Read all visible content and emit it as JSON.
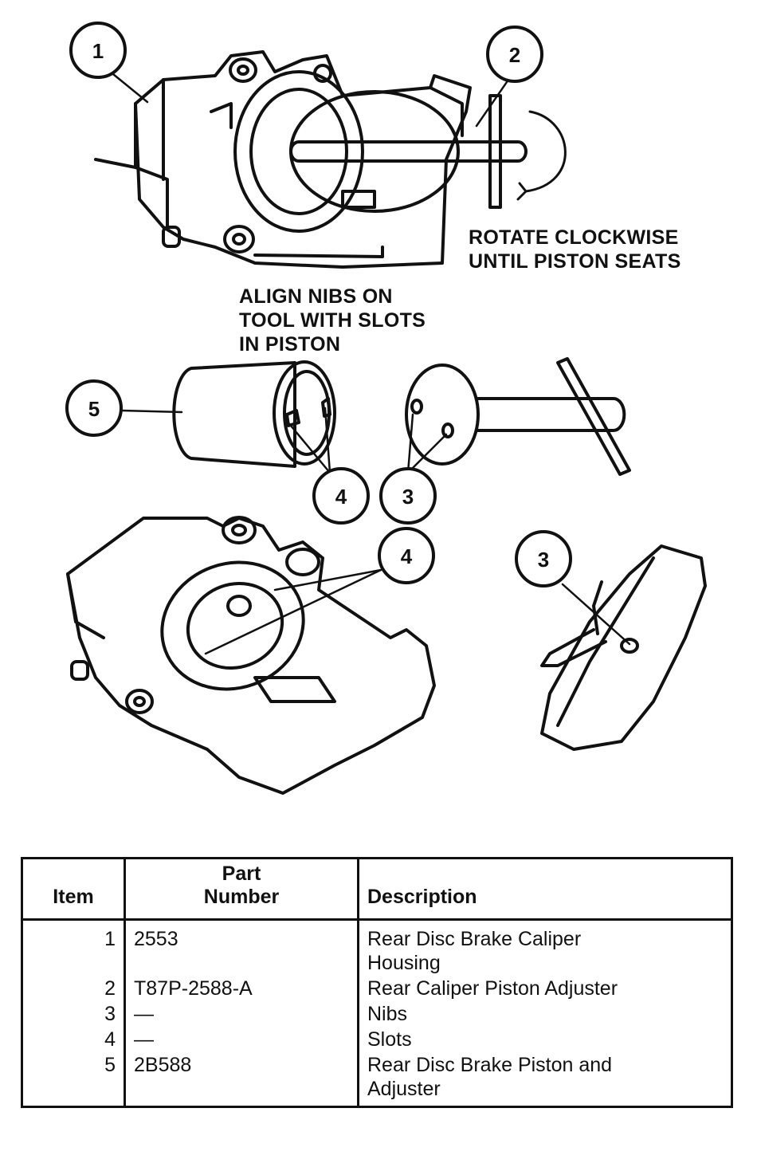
{
  "callouts": {
    "c1": "1",
    "c2": "2",
    "c3a": "3",
    "c3b": "3",
    "c4a": "4",
    "c4b": "4",
    "c5": "5"
  },
  "notes": {
    "rotate": [
      "ROTATE CLOCKWISE",
      "UNTIL PISTON SEATS"
    ],
    "align": [
      "ALIGN NIBS ON",
      "TOOL WITH SLOTS",
      "IN PISTON"
    ]
  },
  "table": {
    "headers": {
      "item": "Item",
      "part_number": [
        "Part",
        "Number"
      ],
      "description": "Description"
    },
    "rows": [
      {
        "item": "1",
        "part_number": "2553",
        "description": [
          "Rear Disc Brake Caliper",
          "Housing"
        ]
      },
      {
        "item": "2",
        "part_number": "T87P-2588-A",
        "description": [
          "Rear Caliper Piston Adjuster"
        ]
      },
      {
        "item": "3",
        "part_number": "—",
        "description": [
          "Nibs"
        ]
      },
      {
        "item": "4",
        "part_number": "—",
        "description": [
          "Slots"
        ]
      },
      {
        "item": "5",
        "part_number": "2B588",
        "description": [
          "Rear Disc Brake Piston and",
          "Adjuster"
        ]
      }
    ]
  },
  "colors": {
    "ink": "#111111",
    "background": "#ffffff"
  }
}
